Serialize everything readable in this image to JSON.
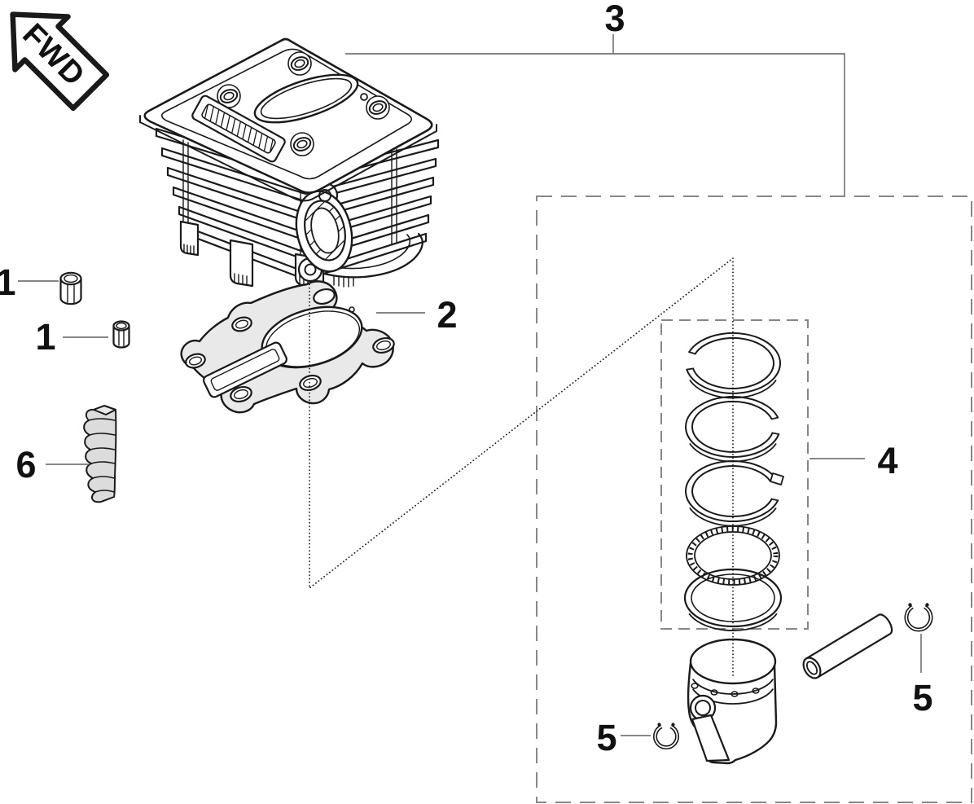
{
  "badge": {
    "text": "FWD"
  },
  "callouts": {
    "c1a": "1",
    "c1b": "1",
    "c2": "2",
    "c3": "3",
    "c4": "4",
    "c5a": "5",
    "c5b": "5",
    "c6": "6"
  },
  "colors": {
    "line": "#1a1a1a",
    "leader": "#5f5f5f",
    "dash": "#878787",
    "label": "#111111",
    "paper": "#ffffff",
    "part_fill": "#e9e9e9",
    "part_fill_dark": "#dcdcdc"
  }
}
